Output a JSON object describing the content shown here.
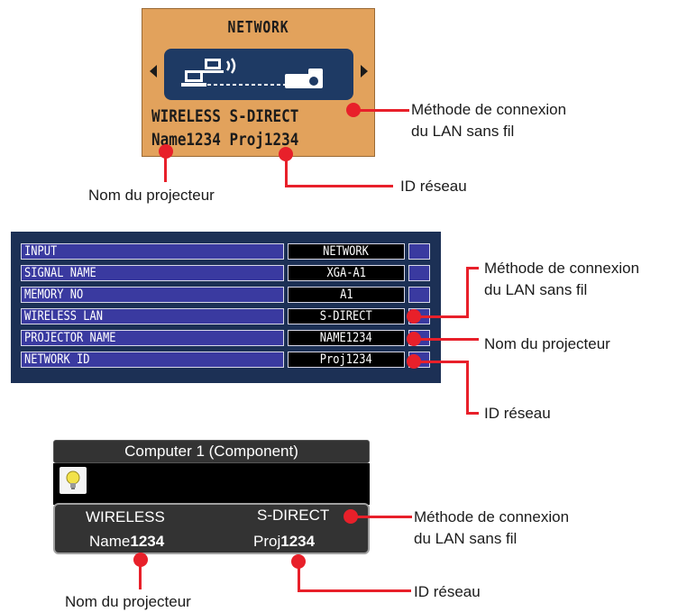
{
  "network_screen": {
    "title": "NETWORK",
    "line1": "WIRELESS S-DIRECT",
    "line2": "Name1234 Proj1234"
  },
  "info_table": {
    "rows": [
      {
        "label": "INPUT",
        "value": "NETWORK"
      },
      {
        "label": "SIGNAL NAME",
        "value": "XGA-A1"
      },
      {
        "label": "MEMORY NO",
        "value": "A1"
      },
      {
        "label": "WIRELESS LAN",
        "value": "S-DIRECT"
      },
      {
        "label": "PROJECTOR NAME",
        "value": "NAME1234"
      },
      {
        "label": "NETWORK ID",
        "value": "Proj1234"
      }
    ]
  },
  "osd": {
    "title": "Computer 1 (Component)",
    "wireless_label": "WIRELESS",
    "method_value": "S-DIRECT",
    "name_prefix": "Name",
    "name_digits": "1234",
    "id_prefix": "Proj",
    "id_digits": "1234"
  },
  "labels": {
    "method_line1": "Méthode de connexion",
    "method_line2": "du LAN sans fil",
    "projector_name": "Nom du projecteur",
    "network_id": "ID réseau"
  },
  "colors": {
    "callout": "#e8202a",
    "panel_orange": "#e2a25c",
    "panel_blue": "#1c3055",
    "table_label_bg": "#3a3aa0"
  },
  "icons": [
    "laptop-icon",
    "wifi-waves-icon",
    "projector-icon",
    "lightbulb-icon",
    "arrow-left-icon",
    "arrow-right-icon"
  ]
}
